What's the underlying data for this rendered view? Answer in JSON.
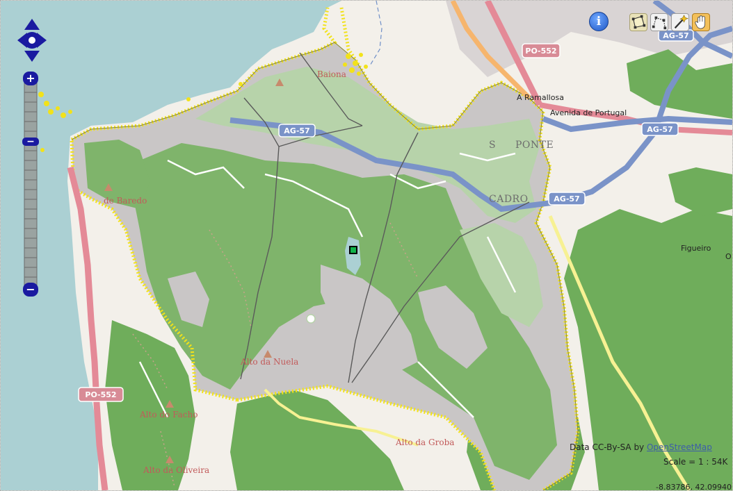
{
  "controls": {
    "zoom_in_label": "+",
    "zoom_out_label": "−",
    "zoom_mid_label": "−",
    "info_label": "i"
  },
  "places": {
    "barreda": "de Baredo",
    "ramallosa": "A Ramallosa",
    "ponte": "PONTE",
    "ponte_prefix": "S",
    "cadro": "CADRO",
    "figueiro": "Figueiro",
    "figueiro_partial": "O",
    "alto_nuela": "Alto da Nuela",
    "alto_facho": "Alto do Facho",
    "alto_oliveira": "Alto da Oliveira",
    "alto_groba": "Alto da Groba",
    "baredo_top": "Baiona"
  },
  "roads": {
    "po552_top": "PO-552",
    "po552_bottom": "PO-552",
    "ag57_left": "AG-57",
    "ag57_right": "AG-57",
    "ag57_cadro": "AG-57",
    "ag57_top": "AG-57",
    "avenida": "Avenida de Portugal"
  },
  "attribution": {
    "prefix": "Data CC-By-SA by ",
    "link": "OpenStreetMap"
  },
  "scale": "Scale = 1 : 54K",
  "coordinates": "-8.83786, 42.09940",
  "colors": {
    "sea": "#abd0d3",
    "forest": "#6fad5b",
    "land": "#f3f0ea",
    "boundary": "#f2e21a",
    "control_blue": "#1a1aa0"
  }
}
